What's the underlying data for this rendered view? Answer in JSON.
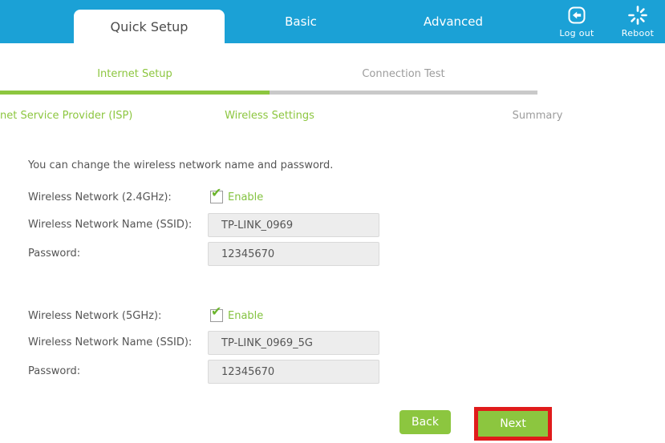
{
  "header": {
    "tabs": [
      {
        "label": "Quick Setup",
        "active": true
      },
      {
        "label": "Basic",
        "active": false
      },
      {
        "label": "Advanced",
        "active": false
      }
    ],
    "actions": [
      {
        "label": "Log out",
        "icon": "logout-icon"
      },
      {
        "label": "Reboot",
        "icon": "reboot-icon"
      }
    ]
  },
  "subnav": {
    "items": [
      {
        "label": "Internet Setup",
        "active": true
      },
      {
        "label": "Connection Test",
        "active": false
      }
    ]
  },
  "progress": {
    "percent_complete": 50
  },
  "steps": {
    "items": [
      {
        "label": "net Service Provider (ISP)",
        "state": "done",
        "note": "partially cut off at left edge"
      },
      {
        "label": "Wireless Settings",
        "state": "active"
      },
      {
        "label": "Summary",
        "state": "pending"
      }
    ]
  },
  "form": {
    "intro": "You can change the wireless network name and password.",
    "sections": [
      {
        "enable_label": "Wireless Network (2.4GHz):",
        "enable_value": "Enable",
        "enabled": true,
        "ssid_label": "Wireless Network Name (SSID):",
        "ssid_value": "TP-LINK_0969",
        "password_label": "Password:",
        "password_value": "12345670"
      },
      {
        "enable_label": "Wireless Network (5GHz):",
        "enable_value": "Enable",
        "enabled": true,
        "ssid_label": "Wireless Network Name (SSID):",
        "ssid_value": "TP-LINK_0969_5G",
        "password_label": "Password:",
        "password_value": "12345670"
      }
    ],
    "buttons": {
      "back": "Back",
      "next": "Next"
    }
  },
  "annotations": {
    "next_button_highlight_color": "#e01b1b"
  },
  "colors": {
    "topbar_blue": "#1ba1d6",
    "accent_green": "#8cc63f",
    "inactive_gray": "#9c9c9c",
    "progress_gray": "#c9c9c9",
    "input_bg": "#ededed",
    "body_text": "#555555",
    "highlight_red": "#e01b1b"
  }
}
